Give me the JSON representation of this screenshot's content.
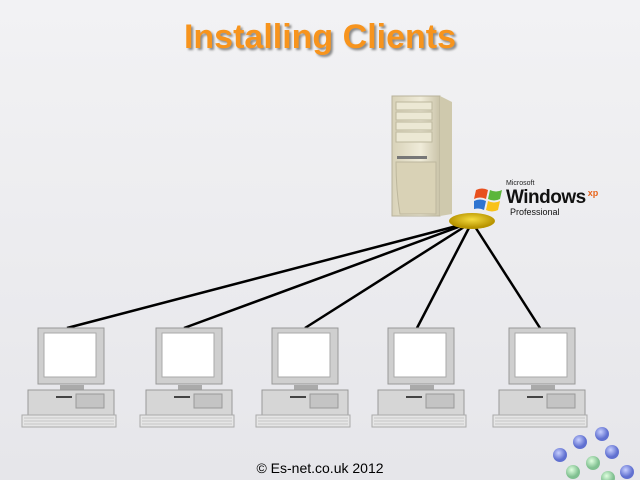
{
  "slide": {
    "title": "Installing Clients",
    "footer": "© Es-net.co.uk 2012",
    "server": {
      "os_brand": "Microsoft",
      "os_name": "Windows",
      "os_version": "xp",
      "os_edition": "Professional"
    },
    "clients": [
      "client-1",
      "client-2",
      "client-3",
      "client-4",
      "client-5"
    ],
    "colors": {
      "title": "#f7941d",
      "hub": "#d4b000",
      "link": "#000000"
    }
  }
}
